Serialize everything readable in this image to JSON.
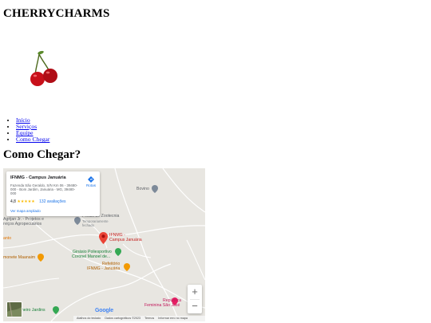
{
  "site": {
    "title": "CHERRYCHARMS",
    "logo_icon": "cherry-icon"
  },
  "nav": {
    "items": [
      {
        "label": "Início"
      },
      {
        "label": "Serviços"
      },
      {
        "label": "Equipe"
      },
      {
        "label": "Como Chegar"
      }
    ]
  },
  "section": {
    "title": "Como Chegar?"
  },
  "map": {
    "card": {
      "place_name": "IFNMG - Campus Januária",
      "address": "Fazenda São Geraldo, S/N Km 06 - 39480-000 - Bom Jardim, Januária - MG, 39480-000",
      "directions_label": "Rotas",
      "rating": "4,8",
      "stars": "★★★★★",
      "reviews": "132 avaliações",
      "enlarge_label": "Ver mapa ampliado"
    },
    "labels": {
      "bovino": "Bovino",
      "zootecnia_1": "Prédio de Zootecnia",
      "zootecnia_2": "Temporariamente",
      "zootecnia_3": "fechado",
      "agrijan_1": "Agrijan Jr. - Projetos e",
      "agrijan_2": "rviços Agropecuários",
      "anto": "anto",
      "campus_1": "IFNMG -",
      "campus_2": "Campus Januária",
      "monete": "monete Maanaim",
      "ginasio_1": "Ginásio Poliesportivo",
      "ginasio_2": "Coronel Manoel de...",
      "refeitorio_1": "Refeitório",
      "refeitorio_2": "IFNMG - Januária",
      "republica_1": "República",
      "republica_2": "Feminina São José",
      "jardim": "nheiro Jardins"
    },
    "zoom_in": "+",
    "zoom_out": "−",
    "google": "Google",
    "footer": {
      "shortcuts": "Atalhos do teclado",
      "map_data": "Dados cartográficos ©2023",
      "terms": "Termos",
      "report": "Informar erro no mapa"
    },
    "colors": {
      "pin": "#ea4335",
      "green_poi": "#34a853",
      "orange_poi": "#f29900",
      "pink_poi": "#e91e63",
      "link": "#1a73e8"
    }
  }
}
